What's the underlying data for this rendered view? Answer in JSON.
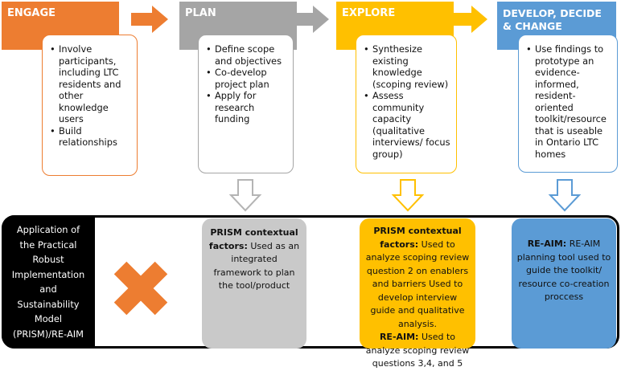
{
  "stages": {
    "engage": {
      "title": "ENGAGE",
      "items": [
        "Involve participants, including LTC residents and other knowledge users",
        "Build relationships"
      ],
      "color": "#ed7d31"
    },
    "plan": {
      "title": "PLAN",
      "items": [
        "Define scope and objectives",
        "Co-develop project plan",
        "Apply for research funding"
      ],
      "color": "#a5a5a5"
    },
    "explore": {
      "title": "EXPLORE",
      "items": [
        "Synthesize existing knowledge (scoping review)",
        "Assess community capacity (qualitative interviews/ focus group)"
      ],
      "color": "#ffc000"
    },
    "develop": {
      "title": "DEVELOP, DECIDE & CHANGE",
      "items": [
        "Use findings to prototype an evidence-informed, resident-oriented toolkit/resource that is useable in Ontario LTC homes"
      ],
      "color": "#5b9bd5"
    }
  },
  "band": {
    "label": "Application of the Practical Robust Implementation and Sustainability Model (PRISM)/RE-AIM",
    "engage_marker": "cross-icon",
    "plan_box": {
      "heading": "PRISM contextual factors:",
      "text": "Used as an integrated framework to plan the tool/product"
    },
    "explore_box": {
      "heading": "PRISM contextual factors:",
      "text": "Used to analyze scoping review question 2 on enablers and barriers Used to develop interview guide and qualitative analysis.",
      "heading2": "RE-AIM:",
      "text2": "Used to analyze scoping review questions 3,4, and 5"
    },
    "develop_box": {
      "heading": "RE-AIM:",
      "text": "RE-AIM planning tool used to guide the toolkit/ resource co-creation proccess"
    }
  }
}
